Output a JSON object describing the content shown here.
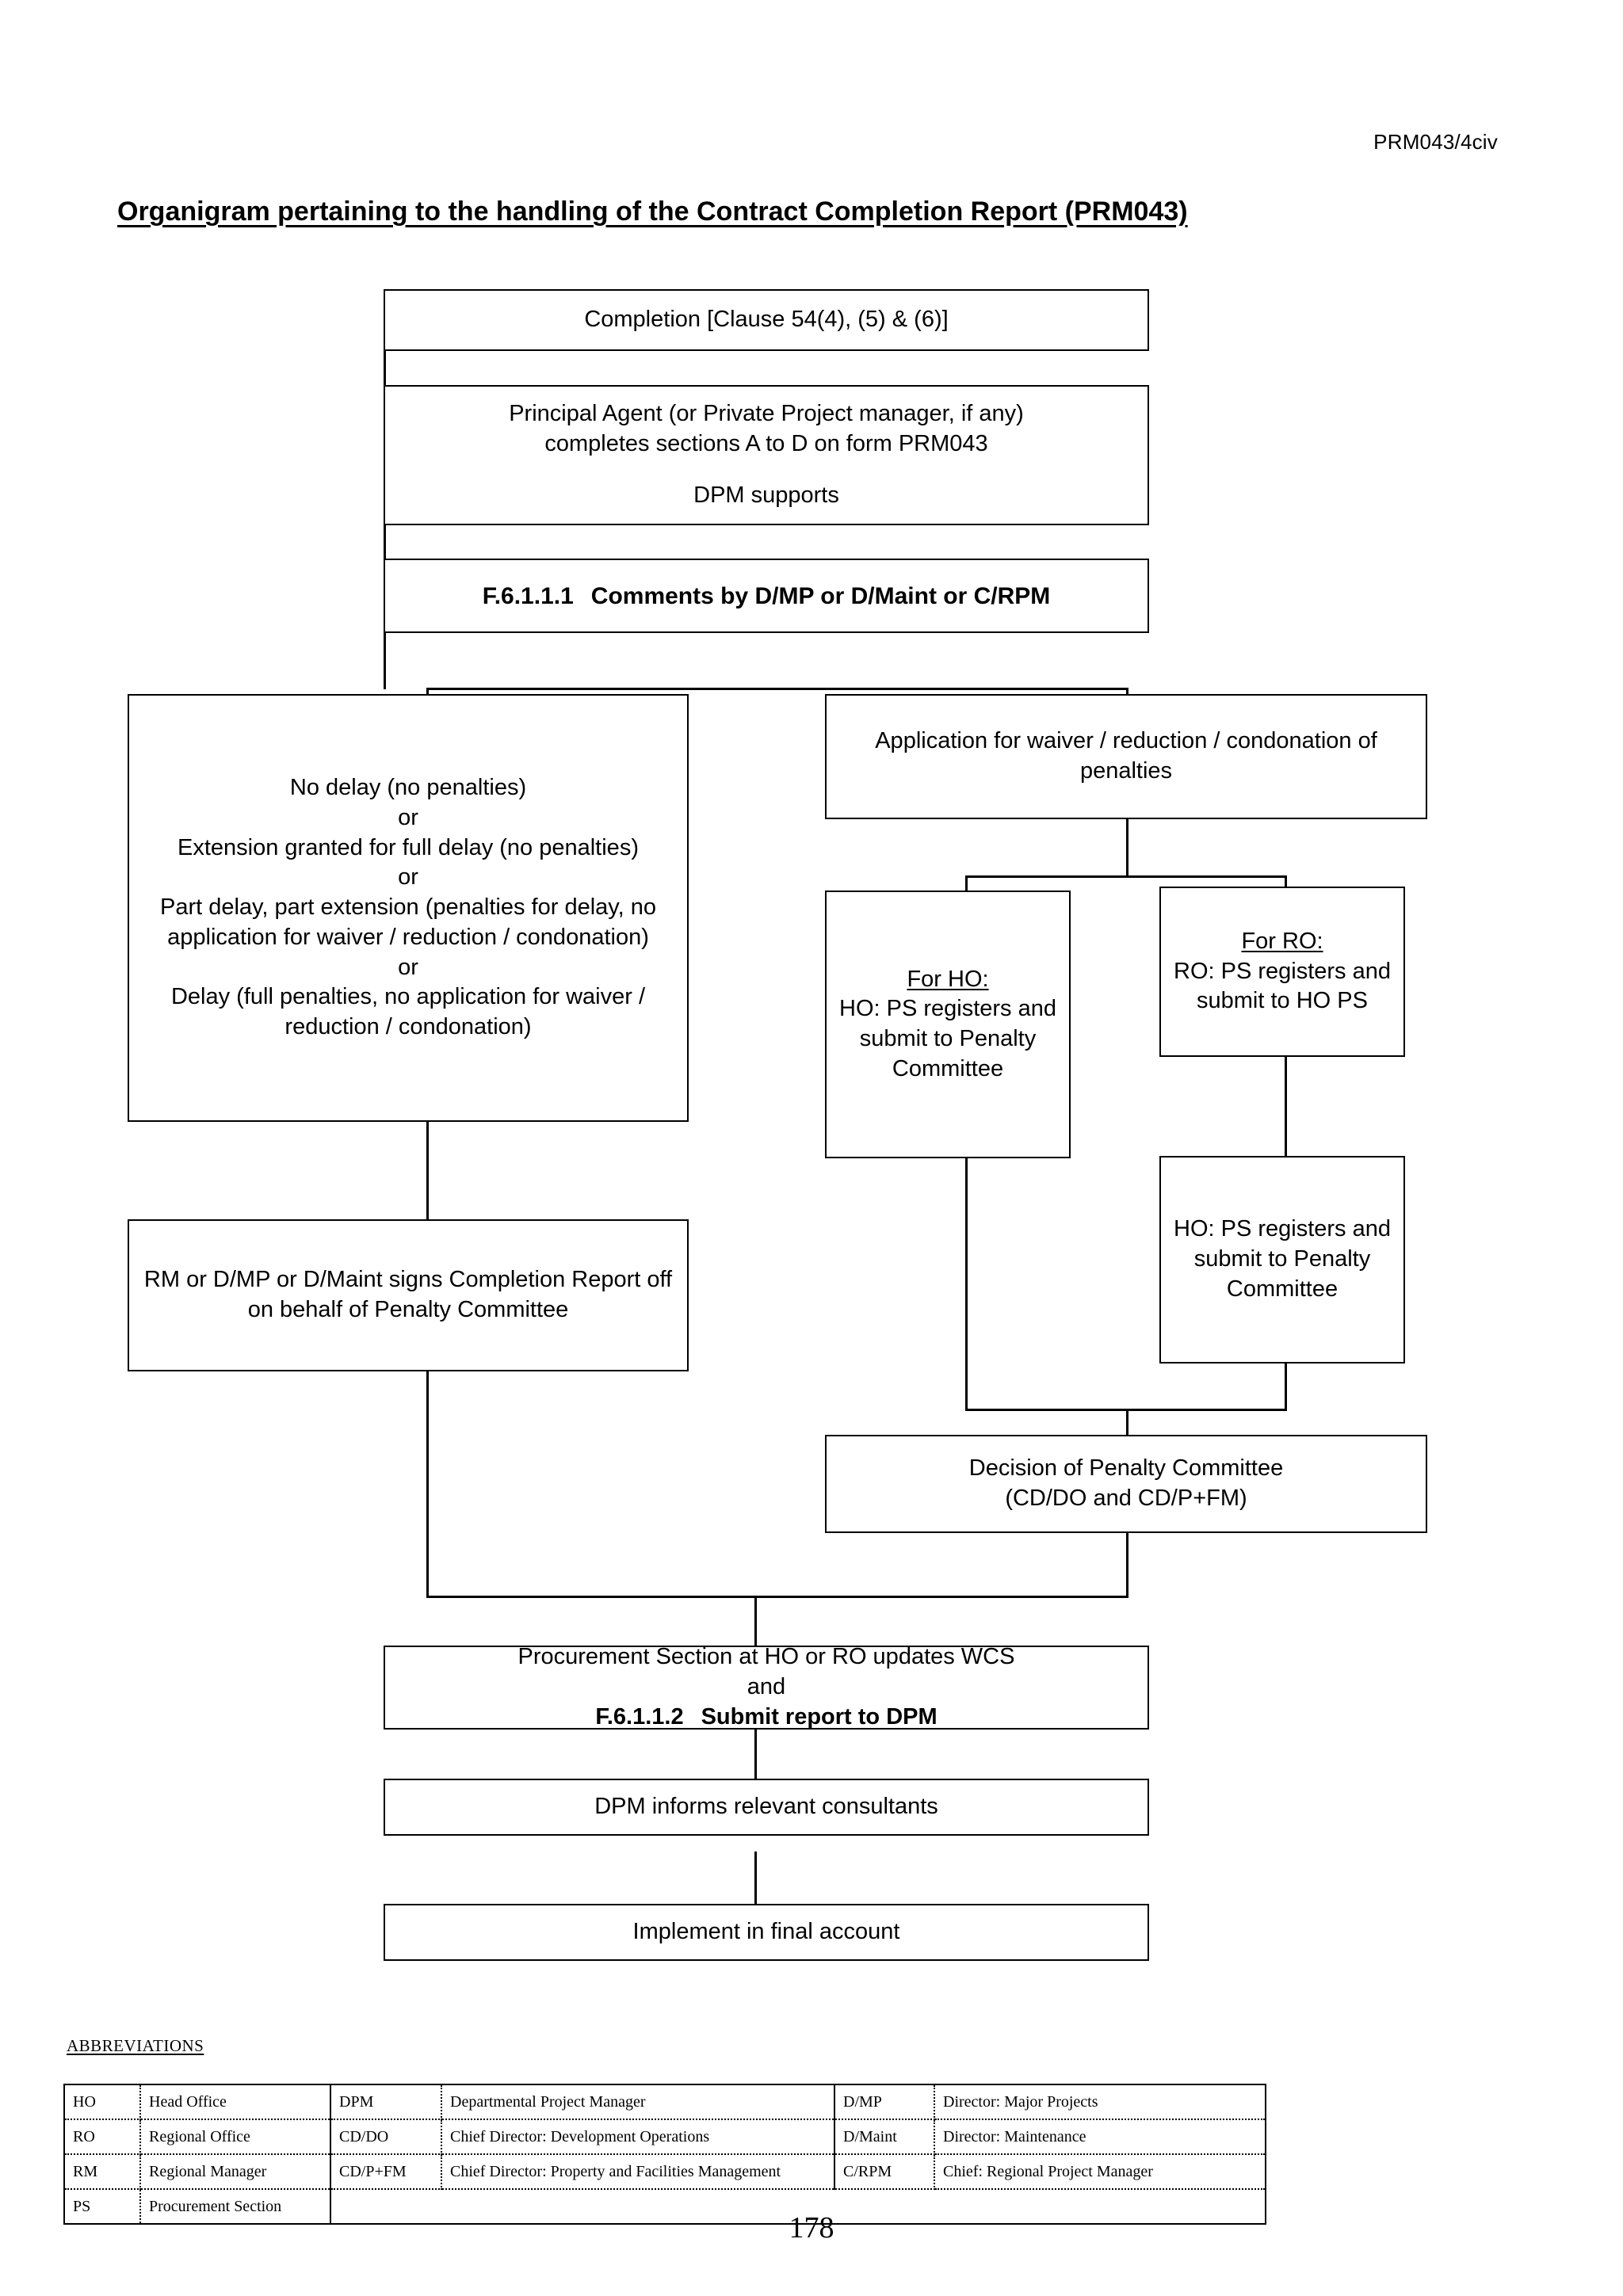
{
  "document": {
    "reference": "PRM043/4civ",
    "title": "Organigram pertaining to the handling of the Contract Completion Report (PRM043)",
    "page_number": "178"
  },
  "flowchart": {
    "nodes": {
      "completion": "Completion [Clause 54(4), (5) & (6)]",
      "principal_agent_l1": "Principal Agent (or Private Project manager, if any)",
      "principal_agent_l2": "completes sections A to D on form PRM043",
      "principal_agent_l3": "DPM supports",
      "comments_code": "F.6.1.1.1",
      "comments_text": "Comments by D/MP or D/Maint or C/RPM",
      "no_delay": "No delay (no penalties)\nor\nExtension granted for full delay (no penalties)\nor\nPart delay, part extension (penalties for delay, no application for waiver / reduction / condonation)\nor\nDelay (full penalties, no application for waiver / reduction / condonation)",
      "application_waiver": "Application for waiver / reduction / condonation of penalties",
      "for_ho_heading": "For HO:",
      "for_ho_body": "HO:  PS registers and submit to Penalty Committee",
      "for_ro_heading": "For RO:",
      "for_ro_body": "RO:  PS registers and submit to HO PS",
      "ho_ps_registers": "HO:  PS registers and submit to Penalty Committee",
      "rm_signs": "RM or D/MP or D/Maint signs Completion Report off on behalf of Penalty Committee",
      "decision_l1": "Decision of Penalty Committee",
      "decision_l2": "(CD/DO and CD/P+FM)",
      "procurement_l1": "Procurement Section at HO or RO updates WCS",
      "procurement_l2": "and",
      "procurement_code": "F.6.1.1.2",
      "procurement_l3": "Submit report to DPM",
      "dpm_informs": "DPM informs relevant consultants",
      "implement": "Implement in final account"
    }
  },
  "abbreviations": {
    "heading": "ABBREVIATIONS",
    "rows": [
      {
        "k1": "HO",
        "d1": "Head Office",
        "k2": "DPM",
        "d2": "Departmental Project Manager",
        "k3": "D/MP",
        "d3": "Director: Major Projects"
      },
      {
        "k1": "RO",
        "d1": "Regional Office",
        "k2": "CD/DO",
        "d2": "Chief Director: Development Operations",
        "k3": "D/Maint",
        "d3": "Director: Maintenance"
      },
      {
        "k1": "RM",
        "d1": "Regional Manager",
        "k2": "CD/P+FM",
        "d2": "Chief Director: Property and Facilities Management",
        "k3": "C/RPM",
        "d3": "Chief: Regional Project Manager"
      },
      {
        "k1": "PS",
        "d1": "Procurement Section",
        "k2": "",
        "d2": "",
        "k3": "",
        "d3": ""
      }
    ]
  }
}
